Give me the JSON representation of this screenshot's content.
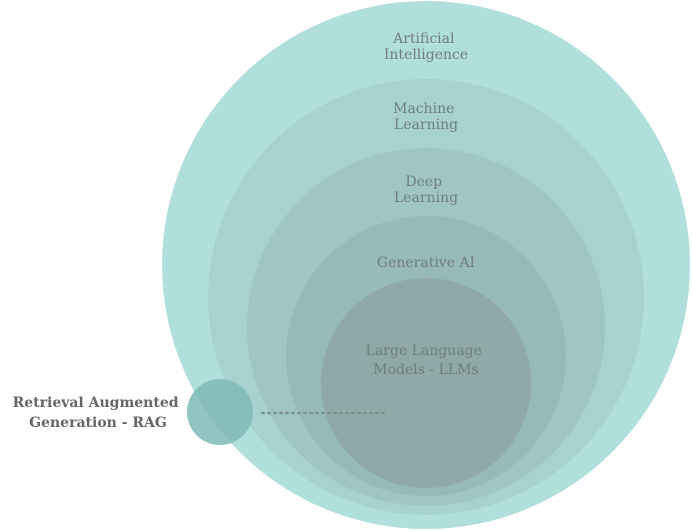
{
  "circles": [
    {
      "key": "ai",
      "lines": [
        "Artificial",
        "Intelligence"
      ],
      "color": "#b0dfdc"
    },
    {
      "key": "ml",
      "lines": [
        "Machine",
        "Learning"
      ],
      "color": "#a7d2d0"
    },
    {
      "key": "dl",
      "lines": [
        "Deep",
        "Learning"
      ],
      "color": "#9fc6c4"
    },
    {
      "key": "gen",
      "lines": [
        "Generative AI"
      ],
      "color": "#96bab8"
    },
    {
      "key": "llm",
      "lines": [
        "Large Language",
        "Models - LLMs"
      ],
      "color": "#8ea9a7"
    }
  ],
  "rag": {
    "lines": [
      "Retrieval Augmented",
      "Generation - RAG"
    ],
    "color": "#7fbab6"
  }
}
